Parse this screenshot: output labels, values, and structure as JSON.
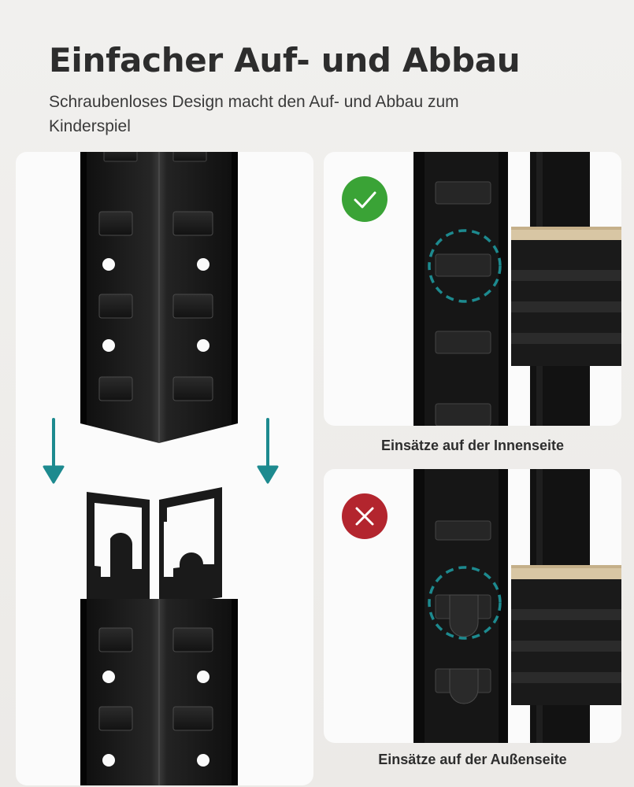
{
  "header": {
    "title": "Einfacher Auf- und Abbau",
    "subtitle": "Schraubenloses Design macht den Auf- und Abbau zum Kinderspiel"
  },
  "panels": [
    {
      "caption": "Einsätze auf der Innenseite",
      "status": "correct",
      "badge_color": "#3aa336",
      "badge_icon": "check-icon"
    },
    {
      "caption": "Einsätze auf der Außenseite",
      "status": "incorrect",
      "badge_color": "#b3252e",
      "badge_icon": "x-icon"
    }
  ],
  "colors": {
    "accent_teal": "#1d8a8f",
    "post_black": "#151515",
    "shelf_board": "#d8c6a4"
  }
}
